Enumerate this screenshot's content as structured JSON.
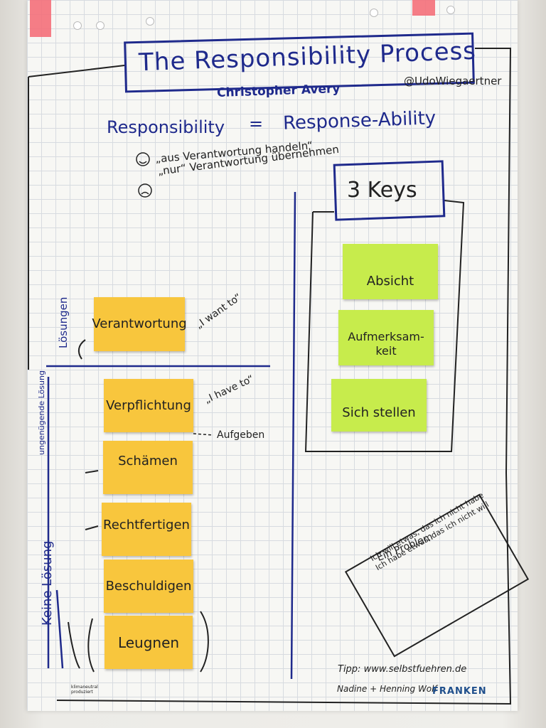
{
  "title": "The Responsibility Process",
  "author": "Christopher Avery",
  "handle": "@UdoWiegaertner",
  "equation": {
    "left": "Responsibility",
    "equals": "=",
    "right": "Response-Ability"
  },
  "bullets": [
    {
      "icon": "smiley-happy-icon",
      "text": "„aus Verantwortung handeln“"
    },
    {
      "icon": "smiley-sad-icon",
      "text": "„nur“ Verantwortung übernehmen"
    }
  ],
  "keys_title": "3 Keys",
  "keys": [
    {
      "label": "Absicht"
    },
    {
      "label": "Aufmerksam-\nkeit"
    },
    {
      "label": "Sich stellen"
    }
  ],
  "ladder": [
    {
      "label": "Verantwortung",
      "quote": "„I want to“"
    },
    {
      "label": "Verpflichtung",
      "quote": "„I have to“"
    },
    {
      "label": "Schämen",
      "quote": ""
    },
    {
      "label": "Rechtfertigen",
      "quote": ""
    },
    {
      "label": "Beschuldigen",
      "quote": ""
    },
    {
      "label": "Leugnen",
      "quote": ""
    }
  ],
  "aufgeben": "Aufgeben",
  "side_labels": {
    "loesungen": "Lösungen",
    "unangenehm": "ungenügende Lösung",
    "keine_loesung": "Keine Lösung"
  },
  "problem": {
    "header": "Ein Problem",
    "lines": [
      "Ich will etwas, das ich nicht habe",
      "Ich habe etwas, das ich nicht will"
    ]
  },
  "tip": "Tipp: www.selbstfuehren.de",
  "credits": "Nadine + Henning Wolf",
  "brand": "FRANKEN",
  "brand_small": "klimaneutral produziert",
  "colors": {
    "ink": "#1f2a8c",
    "yellow": "#f8c63d",
    "green": "#c7ec4c",
    "tape": "#f46f7a"
  }
}
